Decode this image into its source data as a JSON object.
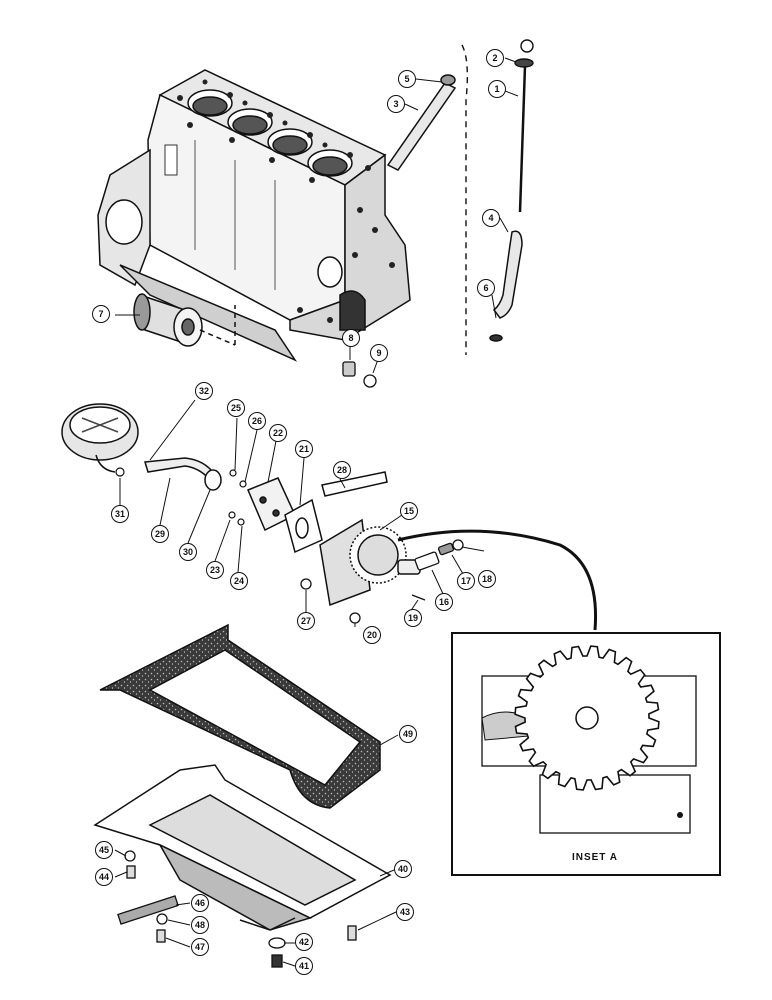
{
  "inset_label": "INSET A",
  "callouts": {
    "c1": "1",
    "c2": "2",
    "c3": "3",
    "c4": "4",
    "c5": "5",
    "c6": "6",
    "c7": "7",
    "c8": "8",
    "c9": "9",
    "c15": "15",
    "c16": "16",
    "c17": "17",
    "c18": "18",
    "c19": "19",
    "c20": "20",
    "c21": "21",
    "c22": "22",
    "c23": "23",
    "c24": "24",
    "c25": "25",
    "c26": "26",
    "c27": "27",
    "c28": "28",
    "c29": "29",
    "c30": "30",
    "c31": "31",
    "c32": "32",
    "c40": "40",
    "c41": "41",
    "c42": "42",
    "c43": "43",
    "c44": "44",
    "c45": "45",
    "c46": "46",
    "c47": "47",
    "c48": "48",
    "c49": "49"
  }
}
